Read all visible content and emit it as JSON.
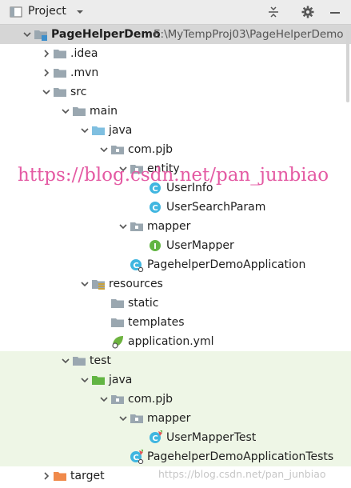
{
  "toolbar": {
    "title": "Project",
    "icons": [
      "project-view-icon",
      "dropdown-caret-icon",
      "collapse-all-icon",
      "settings-gear-icon",
      "hide-panel-icon"
    ]
  },
  "tree": [
    {
      "label": "PageHelperDemo",
      "path": "E:\\MyTempProj03\\PageHelperDemo",
      "icon": "module-folder-icon",
      "expanded": true,
      "bold": true
    },
    {
      "label": ".idea",
      "icon": "folder-icon",
      "expanded": false
    },
    {
      "label": ".mvn",
      "icon": "folder-icon",
      "expanded": false
    },
    {
      "label": "src",
      "icon": "folder-icon",
      "expanded": true
    },
    {
      "label": "main",
      "icon": "folder-icon",
      "expanded": true
    },
    {
      "label": "java",
      "icon": "source-folder-icon",
      "expanded": true
    },
    {
      "label": "com.pjb",
      "icon": "package-icon",
      "expanded": true
    },
    {
      "label": "entity",
      "icon": "package-icon",
      "expanded": true
    },
    {
      "label": "UserInfo",
      "icon": "class-icon"
    },
    {
      "label": "UserSearchParam",
      "icon": "class-icon"
    },
    {
      "label": "mapper",
      "icon": "package-icon",
      "expanded": true
    },
    {
      "label": "UserMapper",
      "icon": "interface-icon"
    },
    {
      "label": "PagehelperDemoApplication",
      "icon": "spring-boot-class-icon"
    },
    {
      "label": "resources",
      "icon": "resources-folder-icon",
      "expanded": true
    },
    {
      "label": "static",
      "icon": "folder-icon"
    },
    {
      "label": "templates",
      "icon": "folder-icon"
    },
    {
      "label": "application.yml",
      "icon": "spring-yml-icon"
    },
    {
      "label": "test",
      "icon": "folder-icon",
      "expanded": true
    },
    {
      "label": "java",
      "icon": "test-source-folder-icon",
      "expanded": true
    },
    {
      "label": "com.pjb",
      "icon": "package-icon",
      "expanded": true
    },
    {
      "label": "mapper",
      "icon": "package-icon",
      "expanded": true
    },
    {
      "label": "UserMapperTest",
      "icon": "test-class-icon"
    },
    {
      "label": "PagehelperDemoApplicationTests",
      "icon": "spring-test-class-icon"
    },
    {
      "label": "target",
      "icon": "excluded-folder-icon",
      "expanded": false
    }
  ],
  "watermark": "https://blog.csdn.net/pan_junbiao",
  "watermark_small": "https://blog.csdn.net/pan_junbiao",
  "colors": {
    "folder": "#9aa7b0",
    "source_folder": "#7fbfe0",
    "test_folder": "#62b543",
    "excluded_folder": "#f08a4b",
    "class_badge": "#40b6e0",
    "interface_badge": "#62b543",
    "test_bg": "#eef6e6",
    "watermark": "#e45aa3"
  }
}
